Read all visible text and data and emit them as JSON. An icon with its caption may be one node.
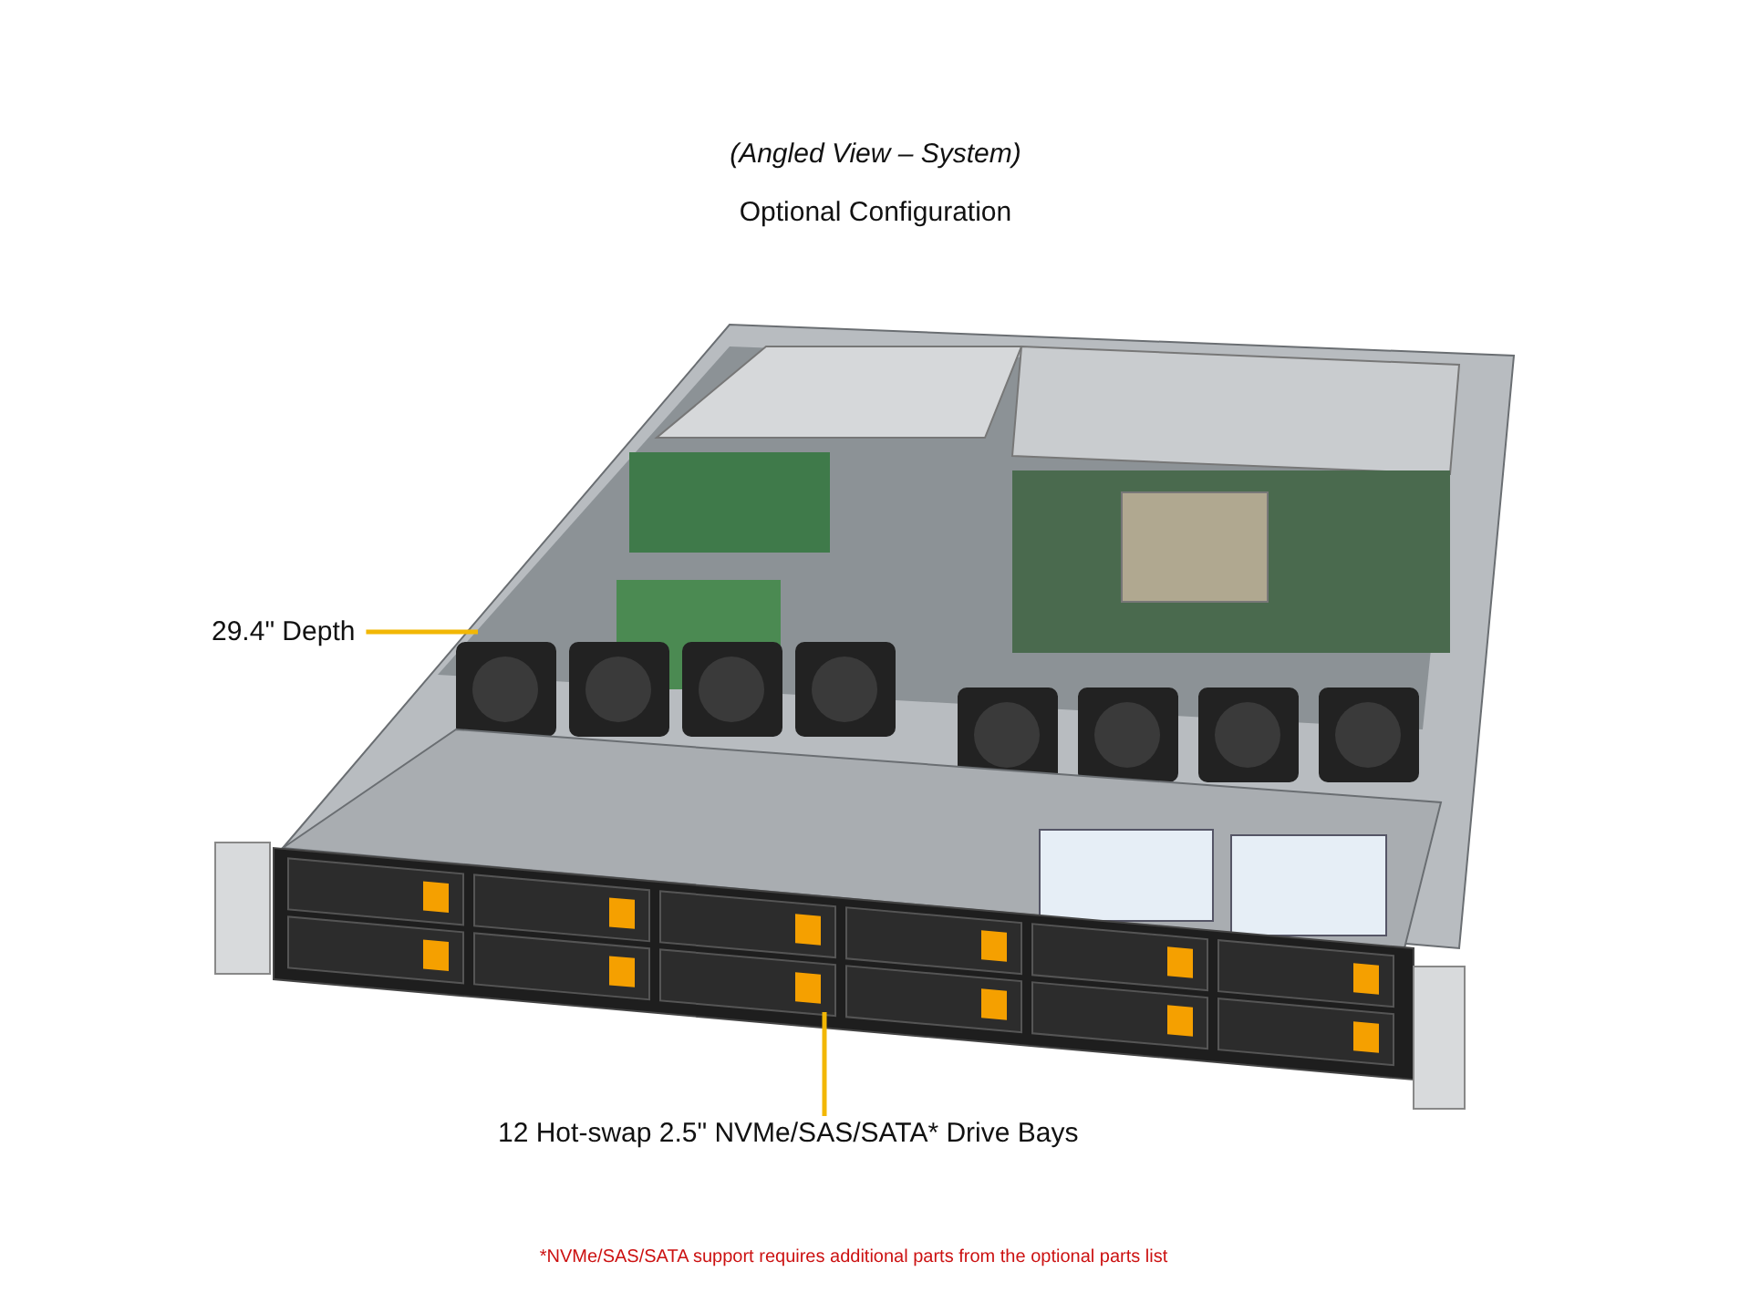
{
  "diagram": {
    "title": "(Angled View – System)",
    "nodes": [
      {
        "text": [
          "29.4\" Depth"
        ]
      },
      {
        "text": [],
        "shape": "picture"
      },
      {
        "text": [
          "12 Hot-swap 2.5\" NVMe/SAS/SATA* Drive Bays"
        ]
      }
    ],
    "edges": [
      {
        "from": 0,
        "to": 1,
        "arrow": "none"
      },
      {
        "from": 2,
        "to": 1,
        "arrow": "none"
      }
    ],
    "labels": [
      "Optional Configuration",
      "*NVMe/SAS/SATA support requires additional parts from the optional parts list"
    ]
  }
}
